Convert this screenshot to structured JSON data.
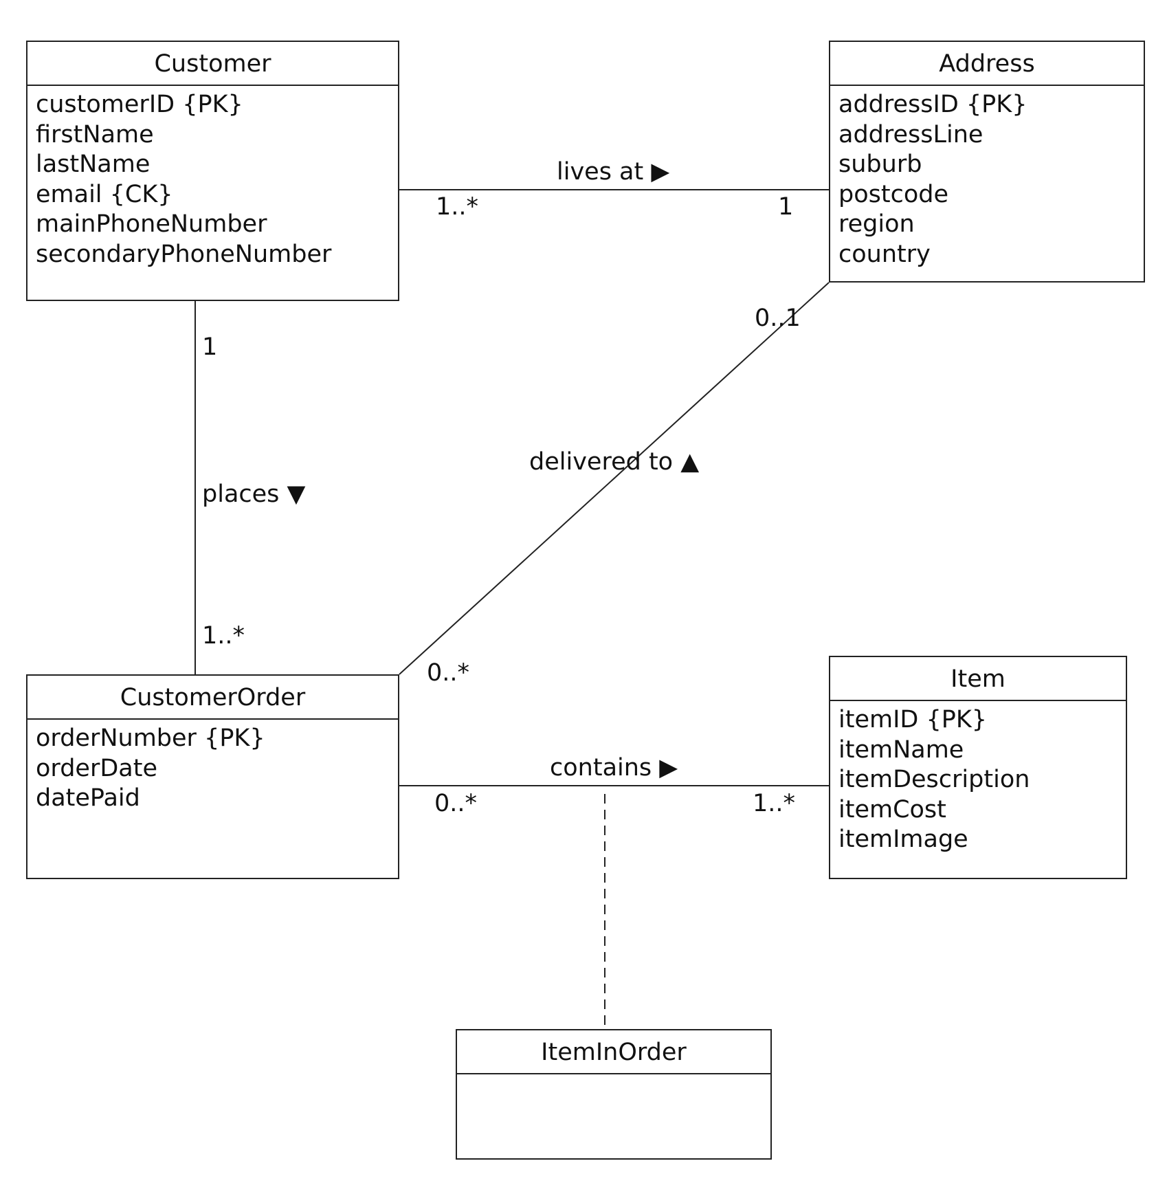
{
  "classes": {
    "customer": {
      "name": "Customer",
      "attributes": [
        "customerID {PK}",
        "firstName",
        "lastName",
        "email {CK}",
        "mainPhoneNumber",
        "secondaryPhoneNumber"
      ]
    },
    "address": {
      "name": "Address",
      "attributes": [
        "addressID {PK}",
        "addressLine",
        "suburb",
        "postcode",
        "region",
        "country"
      ]
    },
    "customer_order": {
      "name": "CustomerOrder",
      "attributes": [
        "orderNumber {PK}",
        "orderDate",
        "datePaid"
      ]
    },
    "item": {
      "name": "Item",
      "attributes": [
        "itemID {PK}",
        "itemName",
        "itemDescription",
        "itemCost",
        "itemImage"
      ]
    },
    "item_in_order": {
      "name": "ItemInOrder",
      "attributes": []
    }
  },
  "associations": {
    "lives_at": {
      "label": "lives at ▶",
      "from_multiplicity": "1..*",
      "to_multiplicity": "1"
    },
    "places": {
      "label": "places ▼",
      "from_multiplicity": "1",
      "to_multiplicity": "1..*"
    },
    "delivered_to": {
      "label": "delivered to ▲",
      "from_multiplicity": "0..*",
      "to_multiplicity": "0..1"
    },
    "contains": {
      "label": "contains ▶",
      "from_multiplicity": "0..*",
      "to_multiplicity": "1..*"
    }
  }
}
